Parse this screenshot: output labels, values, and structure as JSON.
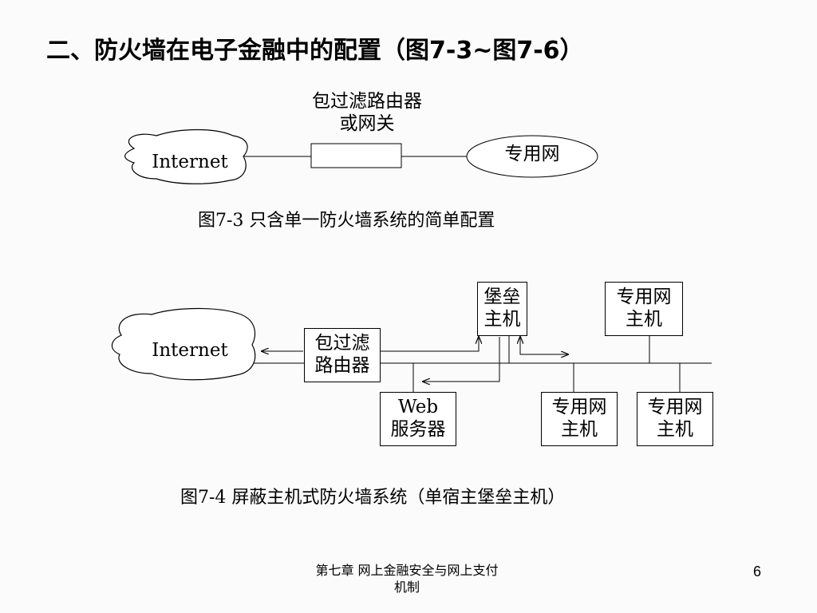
{
  "title": "二、防火墙在电子金融中的配置（图7-3~图7-6）",
  "fig73": {
    "router_label_line1": "包过滤路由器",
    "router_label_line2": "或网关",
    "internet": "Internet",
    "private_net": "专用网",
    "caption": "图7-3 只含单一防火墙系统的简单配置"
  },
  "fig74": {
    "internet": "Internet",
    "router_line1": "包过滤",
    "router_line2": "路由器",
    "bastion_line1": "堡垒",
    "bastion_line2": "主机",
    "private_host_top_line1": "专用网",
    "private_host_top_line2": "主机",
    "web_line1": "Web",
    "web_line2": "服务器",
    "private_host1_line1": "专用网",
    "private_host1_line2": "主机",
    "private_host2_line1": "专用网",
    "private_host2_line2": "主机",
    "caption": "图7-4 屏蔽主机式防火墙系统（单宿主堡垒主机）"
  },
  "footer": {
    "line1": "第七章 网上金融安全与网上支付",
    "line2": "机制",
    "page": "6"
  }
}
